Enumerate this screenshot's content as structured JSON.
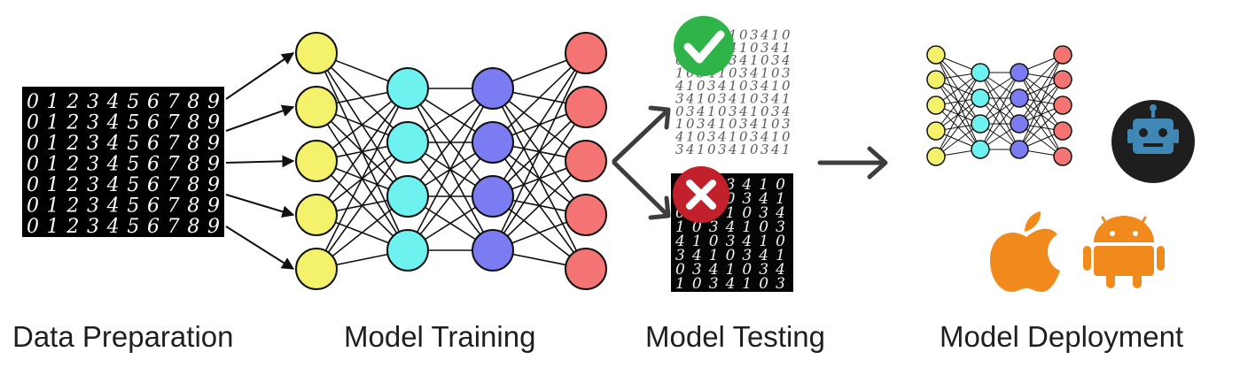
{
  "stages": [
    {
      "label": "Data Preparation"
    },
    {
      "label": "Model Training"
    },
    {
      "label": "Model Testing"
    },
    {
      "label": "Model Deployment"
    }
  ],
  "digit_grid": {
    "rows": [
      "0123456789",
      "0123456789",
      "0123456789",
      "0123456789",
      "0123456789",
      "0123456789",
      "0123456789"
    ]
  },
  "colors": {
    "input_nodes": "#f4f16a",
    "hidden1_nodes": "#6df2f0",
    "hidden2_nodes": "#7b7bf2",
    "output_nodes": "#f47474",
    "success": "#2fb44a",
    "failure": "#c2202a",
    "platform_orange": "#f08a1c",
    "bot_badge": "#1e1e1e",
    "bot_face": "#3f87b4",
    "arrow": "#3d3d3d"
  },
  "icons": [
    "check-icon",
    "cross-icon",
    "robot-icon",
    "apple-icon",
    "android-icon"
  ]
}
